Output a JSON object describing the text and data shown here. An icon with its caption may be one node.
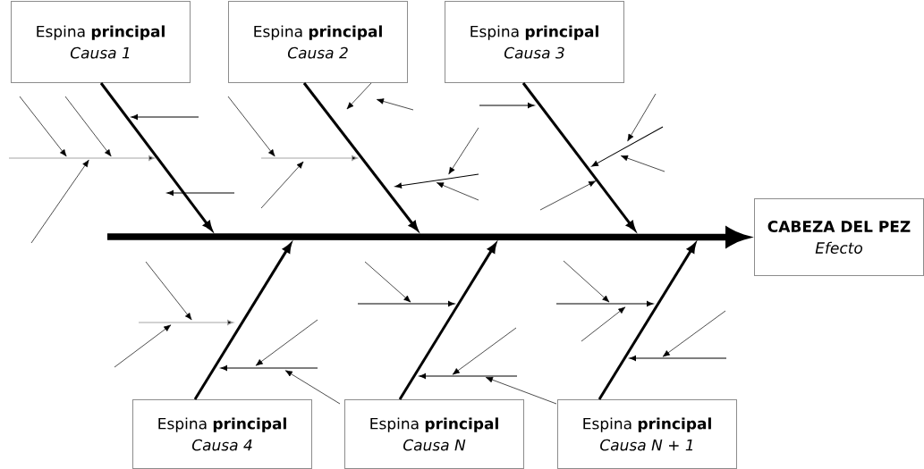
{
  "diagram": {
    "nodes": [
      {
        "text": [
          "Espina **principal**",
          "Causa 1"
        ]
      },
      {
        "text": [
          "Espina **principal**",
          "Causa 2"
        ]
      },
      {
        "text": [
          "Espina **principal**",
          "Causa 3"
        ]
      },
      {
        "text": [
          "Espina **principal**",
          "Causa 4"
        ]
      },
      {
        "text": [
          "Espina **principal**",
          "Causa N"
        ]
      },
      {
        "text": [
          "Espina **principal**",
          "Causa N + 1"
        ]
      },
      {
        "text": [
          "CABEZA DEL PEZ",
          "Efecto"
        ]
      }
    ],
    "edges": [
      {
        "from": 0,
        "to": null,
        "arrow": "to"
      },
      {
        "from": 1,
        "to": null,
        "arrow": "to"
      },
      {
        "from": 2,
        "to": null,
        "arrow": "to"
      },
      {
        "from": 3,
        "to": null,
        "arrow": "to"
      },
      {
        "from": 4,
        "to": null,
        "arrow": "to"
      },
      {
        "from": 5,
        "to": null,
        "arrow": "to"
      },
      {
        "from": null,
        "to": 6,
        "arrow": "to",
        "style": "thick"
      }
    ]
  }
}
